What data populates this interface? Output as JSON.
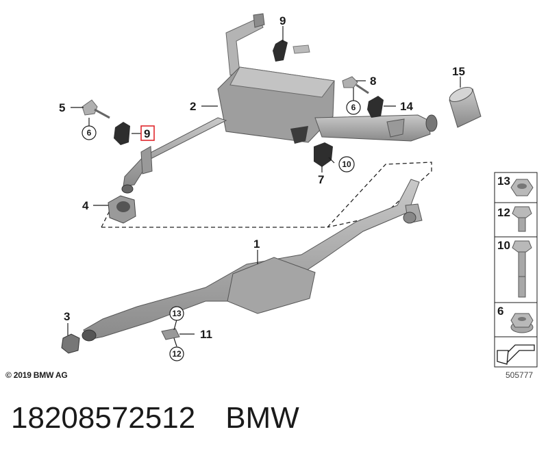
{
  "labels": {
    "l1": "1",
    "l2": "2",
    "l3": "3",
    "l4": "4",
    "l5": "5",
    "l6a": "6",
    "l6b": "6",
    "l7": "7",
    "l8": "8",
    "l9top": "9",
    "l9hl": "9",
    "l10": "10",
    "l11": "11",
    "l12": "12",
    "l13": "13",
    "l14": "14",
    "l15": "15"
  },
  "legend": {
    "i13": "13",
    "i12": "12",
    "i10": "10",
    "i6": "6"
  },
  "copyright": "© 2019 BMW AG",
  "diagram_number": "505777",
  "caption": {
    "part_number": "18208572512",
    "brand": "BMW"
  },
  "colors": {
    "highlight": "#e0262b",
    "part_fill": "#a9a9a9",
    "part_dark": "#6f6f6f"
  }
}
